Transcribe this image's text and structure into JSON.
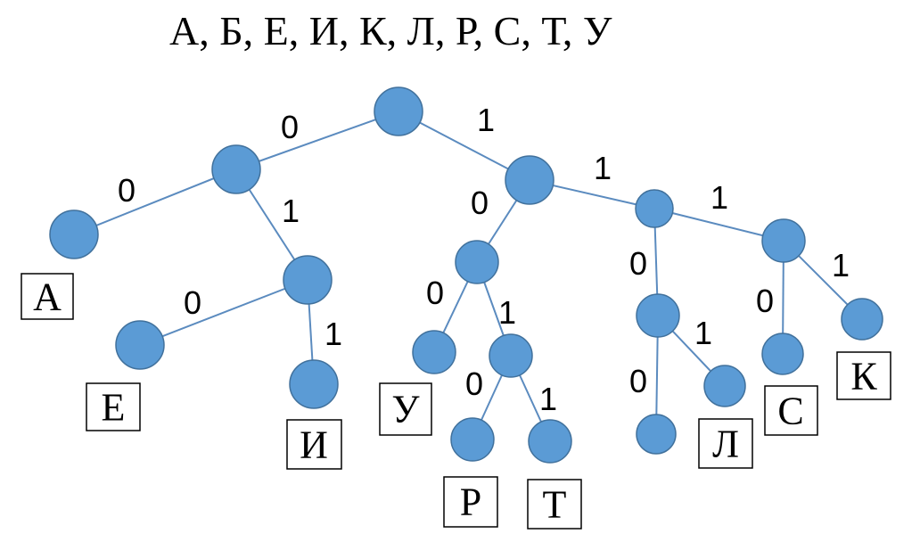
{
  "title": "А, Б, Е, И, К, Л, Р, С, Т, У",
  "colors": {
    "node_fill": "#5b9bd5",
    "node_stroke": "#41719c",
    "edge": "#5b8bbf",
    "text": "#000000"
  },
  "edges": [
    {
      "id": "root-l",
      "bit": "0"
    },
    {
      "id": "root-r",
      "bit": "1"
    },
    {
      "id": "n0-a",
      "bit": "0"
    },
    {
      "id": "n0-n01",
      "bit": "1"
    },
    {
      "id": "n01-e",
      "bit": "0"
    },
    {
      "id": "n01-i",
      "bit": "1"
    },
    {
      "id": "n1-n10",
      "bit": "0"
    },
    {
      "id": "n1-n11",
      "bit": "1"
    },
    {
      "id": "n10-u",
      "bit": "0"
    },
    {
      "id": "n10-n101",
      "bit": "1"
    },
    {
      "id": "n101-r",
      "bit": "0"
    },
    {
      "id": "n101-t",
      "bit": "1"
    },
    {
      "id": "n11-n110",
      "bit": "0"
    },
    {
      "id": "n11-n111",
      "bit": "1"
    },
    {
      "id": "n110-leaf",
      "bit": "0"
    },
    {
      "id": "n110-l",
      "bit": "1"
    },
    {
      "id": "n111-s",
      "bit": "0"
    },
    {
      "id": "n111-k",
      "bit": "1"
    }
  ],
  "letters": [
    {
      "id": "a",
      "text": "А"
    },
    {
      "id": "e",
      "text": "Е"
    },
    {
      "id": "i",
      "text": "И"
    },
    {
      "id": "u",
      "text": "У"
    },
    {
      "id": "r",
      "text": "Р"
    },
    {
      "id": "t",
      "text": "Т"
    },
    {
      "id": "l",
      "text": "Л"
    },
    {
      "id": "s",
      "text": "С"
    },
    {
      "id": "k",
      "text": "К"
    }
  ]
}
